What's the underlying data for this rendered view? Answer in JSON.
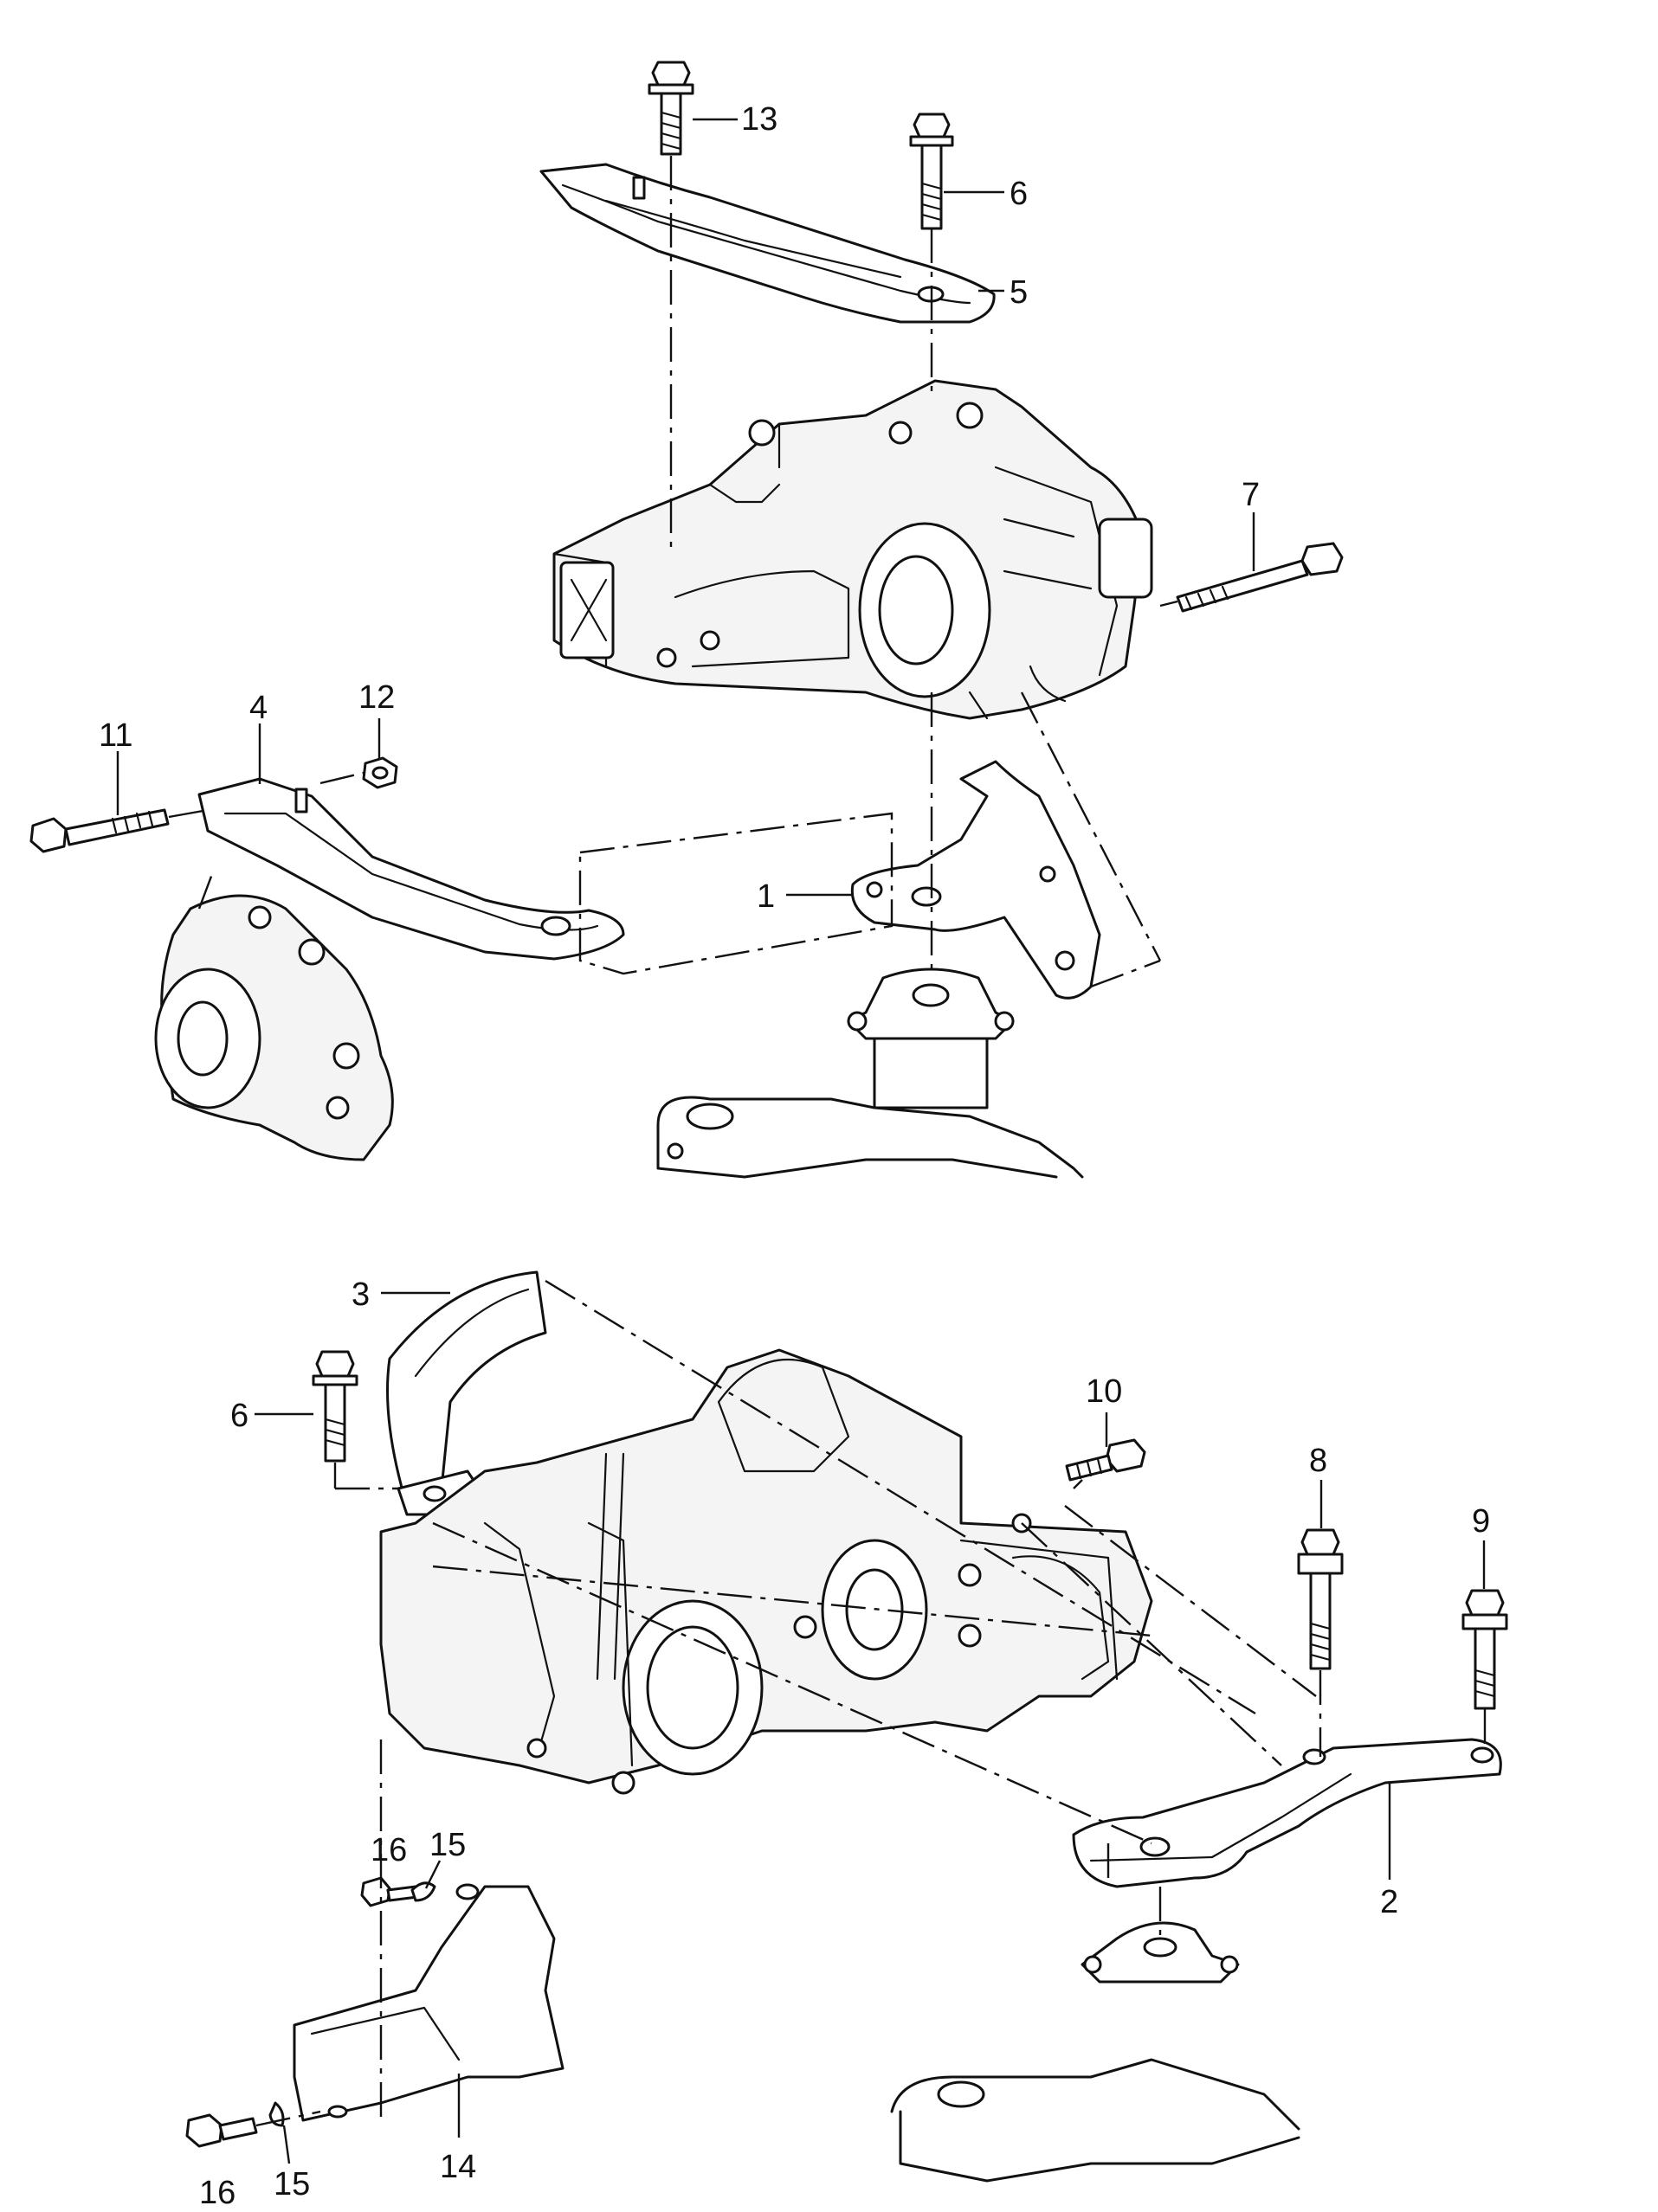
{
  "diagram": {
    "part_numbers": [
      {
        "id": "p13",
        "label": "13"
      },
      {
        "id": "p6a",
        "label": "6"
      },
      {
        "id": "p5",
        "label": "5"
      },
      {
        "id": "p7",
        "label": "7"
      },
      {
        "id": "p12",
        "label": "12"
      },
      {
        "id": "p11",
        "label": "11"
      },
      {
        "id": "p4",
        "label": "4"
      },
      {
        "id": "p1",
        "label": "1"
      },
      {
        "id": "p3",
        "label": "3"
      },
      {
        "id": "p6b",
        "label": "6"
      },
      {
        "id": "p10",
        "label": "10"
      },
      {
        "id": "p8",
        "label": "8"
      },
      {
        "id": "p9",
        "label": "9"
      },
      {
        "id": "p16a",
        "label": "16"
      },
      {
        "id": "p15a",
        "label": "15"
      },
      {
        "id": "p2",
        "label": "2"
      },
      {
        "id": "p14",
        "label": "14"
      },
      {
        "id": "p15b",
        "label": "15"
      },
      {
        "id": "p16b",
        "label": "16"
      }
    ]
  }
}
